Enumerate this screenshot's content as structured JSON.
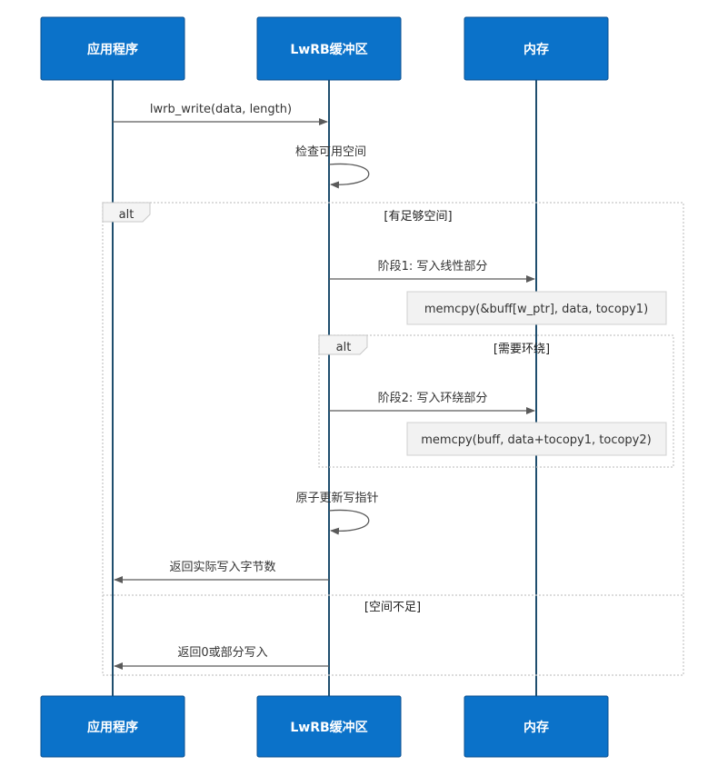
{
  "participants": [
    {
      "id": "app",
      "label": "应用程序"
    },
    {
      "id": "lwrb",
      "label": "LwRB缓冲区"
    },
    {
      "id": "mem",
      "label": "内存"
    }
  ],
  "messages": [
    {
      "id": "m1",
      "from": "app",
      "to": "lwrb",
      "label": "lwrb_write(data, length)"
    },
    {
      "id": "m2",
      "from": "lwrb",
      "to": "lwrb",
      "label": "检查可用空间"
    },
    {
      "id": "m3",
      "from": "lwrb",
      "to": "mem",
      "label": "阶段1: 写入线性部分"
    },
    {
      "id": "m4",
      "from": "lwrb",
      "to": "mem",
      "label": "阶段2: 写入环绕部分"
    },
    {
      "id": "m5",
      "from": "lwrb",
      "to": "lwrb",
      "label": "原子更新写指针"
    },
    {
      "id": "m6",
      "from": "lwrb",
      "to": "app",
      "label": "返回实际写入字节数"
    },
    {
      "id": "m7",
      "from": "lwrb",
      "to": "app",
      "label": "返回0或部分写入"
    }
  ],
  "notes": [
    {
      "id": "n1",
      "over": "mem",
      "text": "memcpy(&buff[w_ptr], data, tocopy1)"
    },
    {
      "id": "n2",
      "over": "mem",
      "text": "memcpy(buff, data+tocopy1, tocopy2)"
    }
  ],
  "fragments": [
    {
      "id": "outer",
      "keyword": "alt",
      "condition": "[有足够空间]",
      "else_condition": "[空间不足]"
    },
    {
      "id": "inner",
      "keyword": "alt",
      "condition": "[需要环绕]"
    }
  ],
  "colors": {
    "actor_fill": "#0b72c9",
    "lifeline": "#1f4e6e",
    "arrow": "#5a5a5a"
  }
}
